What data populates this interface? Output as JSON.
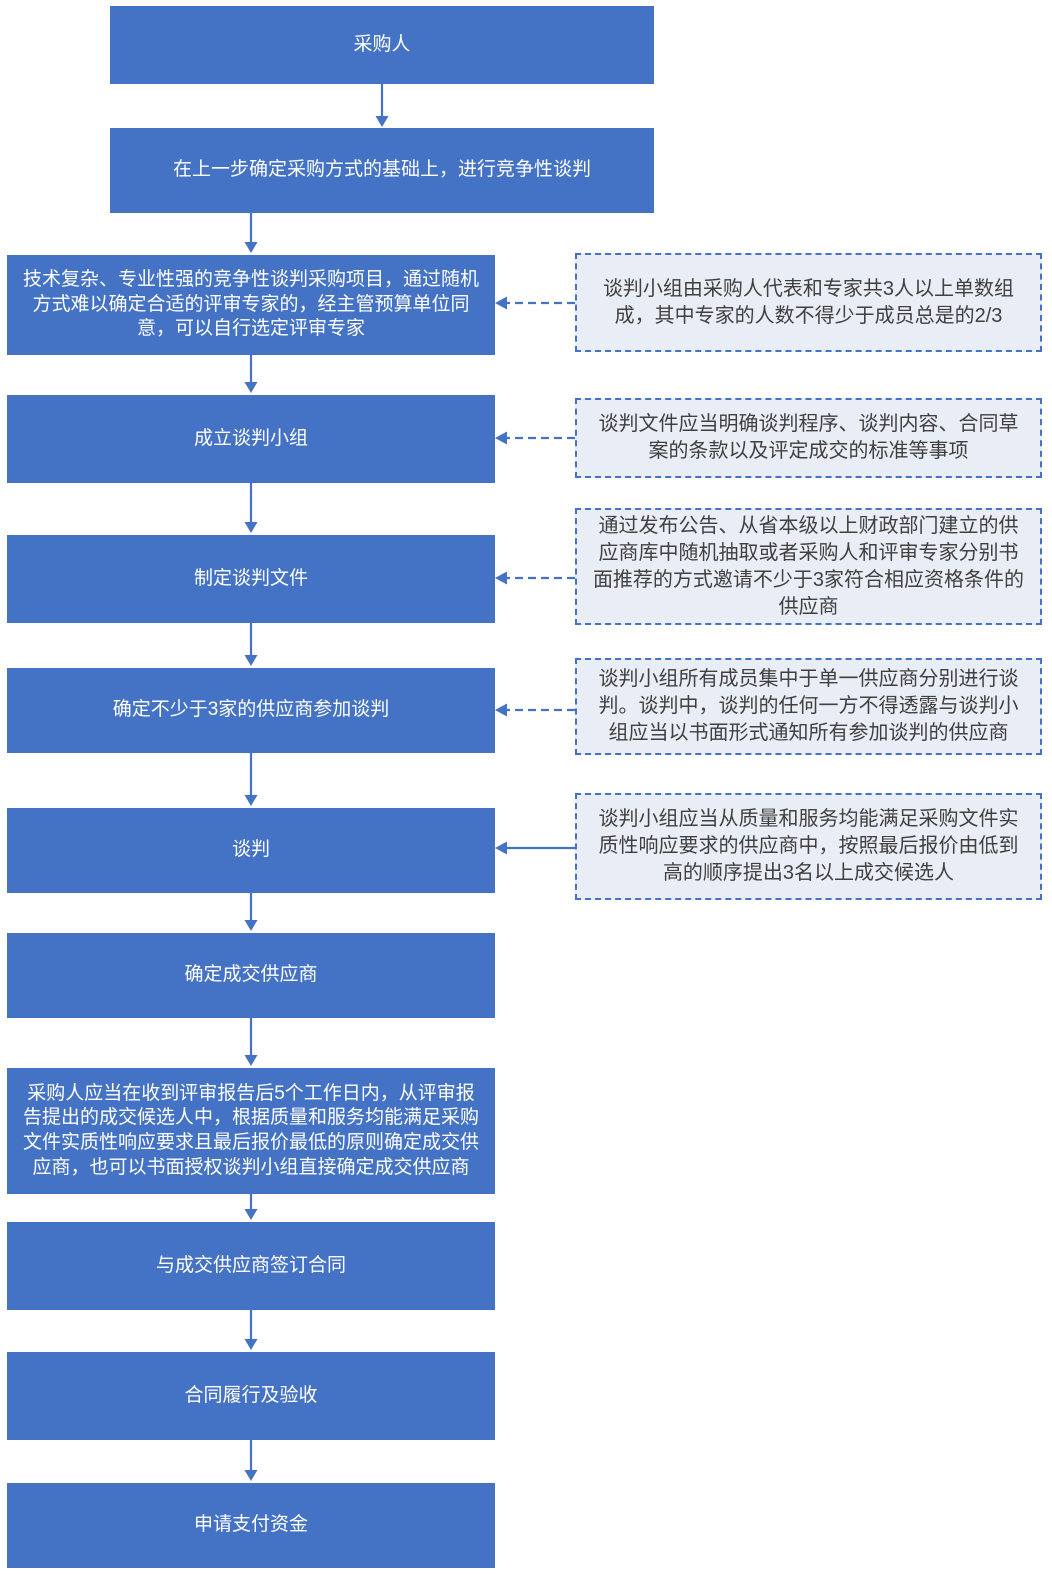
{
  "colors": {
    "step_fill": "#4472C4",
    "step_text": "#FFFFFF",
    "note_fill": "#E9EDF5",
    "note_border": "#4472C4",
    "note_text": "#404040",
    "connector": "#4472C4"
  },
  "steps": [
    {
      "label": "采购人"
    },
    {
      "label": "在上一步确定采购方式的基础上，进行竞争性谈判"
    },
    {
      "label": "技术复杂、专业性强的竞争性谈判采购项目，通过随机方式难以确定合适的评审专家的，经主管预算单位同意，可以自行选定评审专家"
    },
    {
      "label": "成立谈判小组"
    },
    {
      "label": "制定谈判文件"
    },
    {
      "label": "确定不少于3家的供应商参加谈判"
    },
    {
      "label": "谈判"
    },
    {
      "label": "确定成交供应商"
    },
    {
      "label": "采购人应当在收到评审报告后5个工作日内，从评审报告提出的成交候选人中，根据质量和服务均能满足采购文件实质性响应要求且最后报价最低的原则确定成交供应商，也可以书面授权谈判小组直接确定成交供应商"
    },
    {
      "label": "与成交供应商签订合同"
    },
    {
      "label": "合同履行及验收"
    },
    {
      "label": "申请支付资金"
    }
  ],
  "notes": [
    {
      "label": "谈判小组由采购人代表和专家共3人以上单数组成，其中专家的人数不得少于成员总是的2/3"
    },
    {
      "label": "谈判文件应当明确谈判程序、谈判内容、合同草案的条款以及评定成交的标准等事项"
    },
    {
      "label": "通过发布公告、从省本级以上财政部门建立的供应商库中随机抽取或者采购人和评审专家分别书面推荐的方式邀请不少于3家符合相应资格条件的供应商"
    },
    {
      "label": "谈判小组所有成员集中于单一供应商分别进行谈判。谈判中，谈判的任何一方不得透露与谈判小组应当以书面形式通知所有参加谈判的供应商"
    },
    {
      "label": "谈判小组应当从质量和服务均能满足采购文件实质性响应要求的供应商中，按照最后报价由低到高的顺序提出3名以上成交候选人"
    }
  ]
}
